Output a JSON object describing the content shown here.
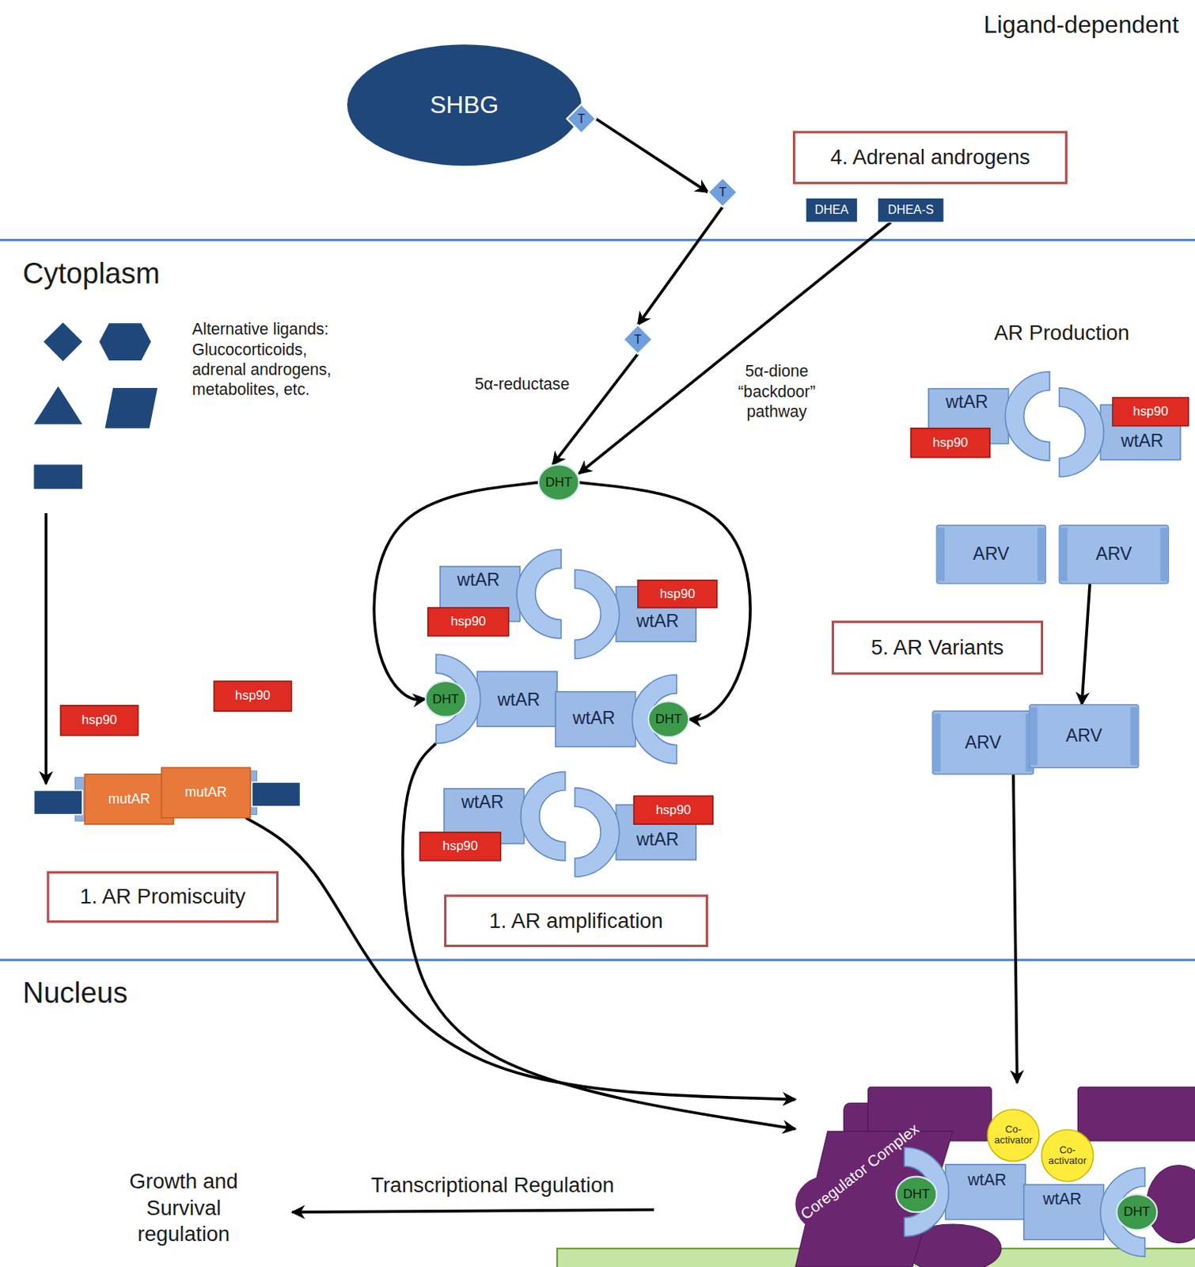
{
  "diagram": {
    "title": "Ligand-dependent",
    "nodes": [
      {
        "text": [
          "SHBG"
        ]
      },
      {
        "text": [
          "T"
        ]
      },
      {
        "text": [
          "4. Adrenal androgens"
        ]
      },
      {
        "text": [
          "T"
        ]
      },
      {
        "text": [
          "DHEA"
        ]
      },
      {
        "text": [
          "DHEA-S"
        ]
      },
      {
        "text": [
          "T"
        ]
      },
      {
        "text": [
          "DHT"
        ]
      },
      {
        "text": [
          "wtAR"
        ]
      },
      {
        "text": [
          "hsp90"
        ]
      },
      {
        "text": [
          "wtAR"
        ]
      },
      {
        "text": [
          "hsp90"
        ]
      },
      {
        "text": [
          "wtAR"
        ]
      },
      {
        "text": [
          "hsp90"
        ]
      },
      {
        "text": [
          "wtAR"
        ]
      },
      {
        "text": [
          "hsp90"
        ]
      },
      {
        "text": [
          "ARV"
        ]
      },
      {
        "text": [
          "ARV"
        ]
      },
      {
        "text": [
          "5. AR Variants"
        ]
      },
      {
        "text": [
          "hsp90"
        ]
      },
      {
        "text": [
          "hsp90"
        ]
      },
      {
        "text": [
          "DHT"
        ]
      },
      {
        "text": [
          "wtAR"
        ]
      },
      {
        "text": [
          "wtAR"
        ]
      },
      {
        "text": [
          "DHT"
        ]
      },
      {
        "text": [
          "ARV"
        ]
      },
      {
        "text": [
          "ARV"
        ]
      },
      {
        "text": [
          "mutAR"
        ]
      },
      {
        "text": [
          "mutAR"
        ]
      },
      {
        "text": [
          "wtAR"
        ]
      },
      {
        "text": [
          "hsp90"
        ]
      },
      {
        "text": [
          "wtAR"
        ]
      },
      {
        "text": [
          "hsp90"
        ]
      },
      {
        "text": [
          "1. AR Promiscuity"
        ]
      },
      {
        "text": [
          "1. AR amplification"
        ]
      },
      {
        "text": [
          "Coregulator Complex"
        ]
      },
      {
        "text": [
          "Co- activator"
        ],
        "in": 35
      },
      {
        "text": [
          "Co- activator"
        ],
        "in": 35
      },
      {
        "text": [
          "DHT"
        ],
        "in": 35
      },
      {
        "text": [
          "wtAR"
        ],
        "in": 35
      },
      {
        "text": [
          "wtAR"
        ],
        "in": 35
      },
      {
        "text": [
          "DHT"
        ],
        "in": 35
      }
    ],
    "edges": [
      {
        "from": 1,
        "to": 3,
        "arrow": "to"
      },
      {
        "from": 3,
        "to": 6,
        "arrow": "to"
      },
      {
        "from": 6,
        "to": 7,
        "arrow": "to"
      },
      {
        "from": 5,
        "to": 7,
        "arrow": "to"
      },
      {
        "from": 7,
        "to": 21,
        "arrow": "to"
      },
      {
        "from": 7,
        "to": 24,
        "arrow": "to"
      },
      {
        "from": 17,
        "to": 26,
        "arrow": "to"
      },
      {
        "from": 22,
        "to": 35,
        "arrow": "to"
      },
      {
        "from": 28,
        "to": 35,
        "arrow": "to"
      },
      {
        "from": 25,
        "to": 35,
        "arrow": "to"
      }
    ],
    "labels": [
      "Cytoplasm",
      "Alternative ligands: Glucocorticoids, adrenal androgens, metabolites, etc.",
      "5α-reductase",
      "5α-dione “backdoor” pathway",
      "AR Production",
      "Nucleus",
      "Transcriptional Regulation",
      "Growth and Survival regulation"
    ]
  }
}
